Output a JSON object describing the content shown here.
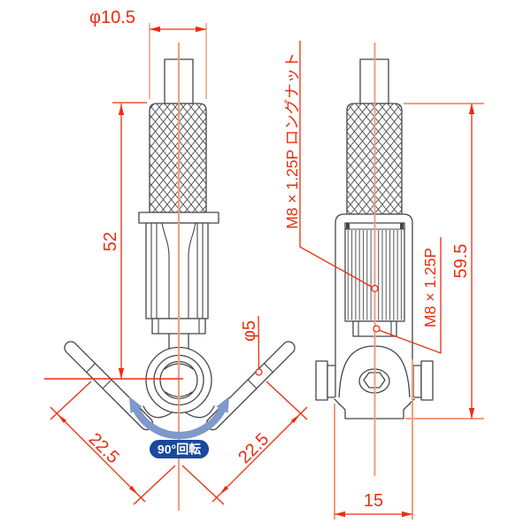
{
  "drawing": {
    "background": "#ffffff",
    "dim_phi_top": "φ10.5",
    "dim_length_left": "52",
    "dim_wire": "φ5",
    "dim_arm_left": "22.5",
    "dim_arm_right": "22.5",
    "dim_overall_right": "59.5",
    "dim_width_bottom": "15",
    "label_long_nut": "M8 × 1.25P ロングナット",
    "label_thread": "M8 × 1.25P",
    "badge_rotation": "90°回転",
    "colors": {
      "dimension_red": "#ec2d0e",
      "centerline_salmon": "#f59d7b",
      "outline_dark": "#45454b",
      "badge_blue": "#19499c",
      "rotation_arrow_blue": "#7e99ca",
      "background": "#ffffff"
    }
  }
}
